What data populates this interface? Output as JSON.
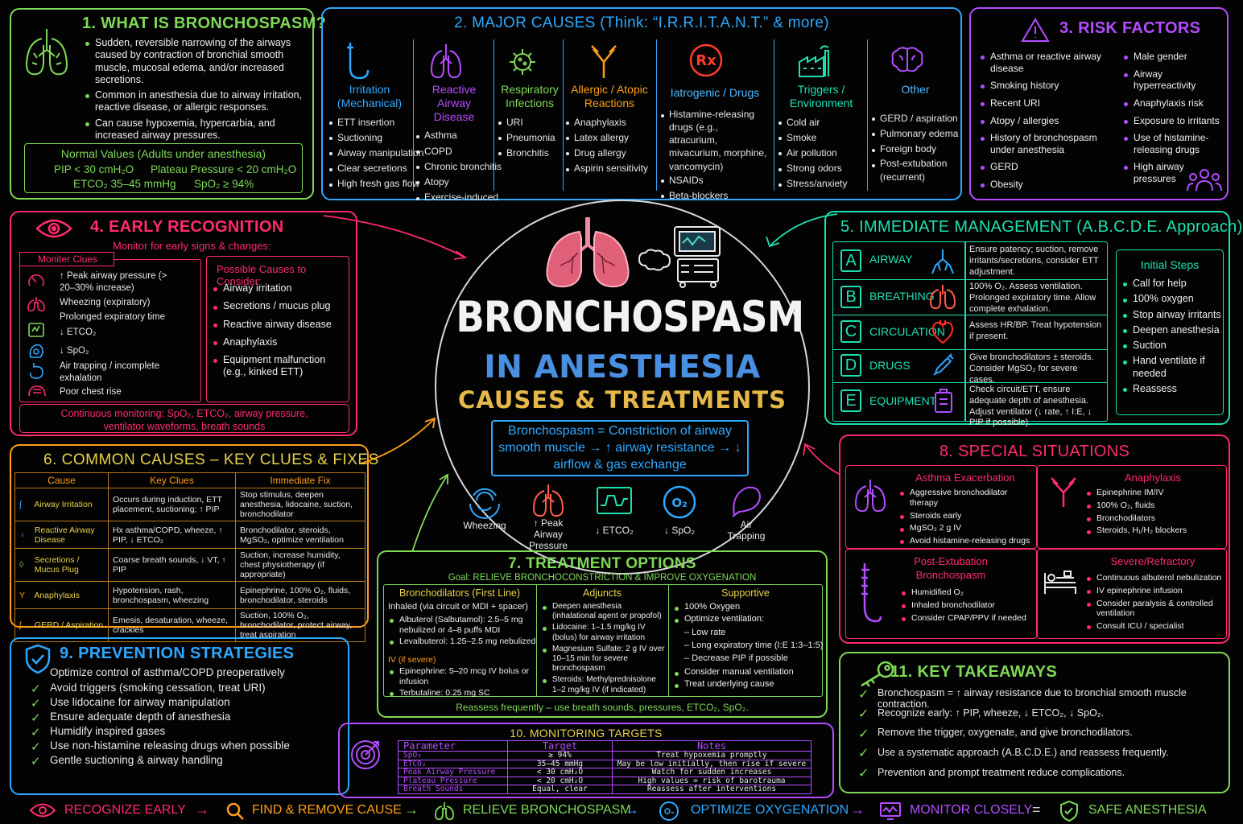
{
  "p1": {
    "title": "1. WHAT IS BRONCHOSPASM?",
    "bullets": [
      "Sudden, reversible narrowing of the airways caused by contraction of bronchial smooth muscle, mucosal edema, and/or increased secretions.",
      "Common in anesthesia due to airway irritation, reactive disease, or allergic responses.",
      "Can cause hypoxemia, hypercarbia, and increased airway pressures."
    ],
    "normal_title": "Normal Values (Adults under anesthesia)",
    "pip": "PIP < 30 cmH₂O",
    "plateau": "Plateau Pressure < 20 cmH₂O",
    "etco2": "ETCO₂ 35–45 mmHg",
    "spo2": "SpO₂ ≥ 94%"
  },
  "p2": {
    "title": "2. MAJOR CAUSES  (Think: “I.R.R.I.T.A.N.T.” & more)",
    "cols": [
      {
        "title": "Irritation (Mechanical)",
        "items": [
          "ETT insertion",
          "Suctioning",
          "Airway manipulation",
          "Clear secretions",
          "High fresh gas flow"
        ]
      },
      {
        "title": "Reactive Airway Disease",
        "items": [
          "Asthma",
          "COPD",
          "Chronic bronchitis",
          "Atopy",
          "Exercise-induced"
        ]
      },
      {
        "title": "Respiratory Infections",
        "items": [
          "URI",
          "Pneumonia",
          "Bronchitis"
        ]
      },
      {
        "title": "Allergic / Atopic Reactions",
        "items": [
          "Anaphylaxis",
          "Latex allergy",
          "Drug allergy",
          "Aspirin sensitivity"
        ]
      },
      {
        "title": "Iatrogenic / Drugs",
        "items": [
          "Histamine-releasing drugs (e.g., atracurium, mivacurium, morphine, vancomycin)",
          "NSAIDs",
          "Beta-blockers"
        ]
      },
      {
        "title": "Triggers / Environment",
        "items": [
          "Cold air",
          "Smoke",
          "Air pollution",
          "Strong odors",
          "Stress/anxiety"
        ]
      },
      {
        "title": "Other",
        "items": [
          "GERD / aspiration",
          "Pulmonary edema",
          "Foreign body",
          "Post-extubation (recurrent)"
        ]
      }
    ]
  },
  "p3": {
    "title": "3. RISK FACTORS",
    "left": [
      "Asthma or reactive airway disease",
      "Smoking history",
      "Recent URI",
      "Atopy / allergies",
      "History of bronchospasm under anesthesia",
      "GERD",
      "Obesity"
    ],
    "right": [
      "Male gender",
      "Airway hyperreactivity",
      "Anaphylaxis risk",
      "Exposure to irritants",
      "Use of histamine-releasing drugs",
      "High airway pressures"
    ]
  },
  "p4": {
    "title": "4. EARLY RECOGNITION",
    "subtitle": "Monitor for early signs & changes:",
    "monitor_label": "Moniter Clues",
    "clues": [
      "↑ Peak airway pressure (> 20–30% increase)",
      "Wheezing (expiratory)",
      "Prolonged expiratory time",
      "↓ ETCO₂",
      "↓ SpO₂",
      "Air trapping / incomplete exhalation",
      "Poor chest rise"
    ],
    "possible_title": "Possible Causes to Consider:",
    "possible": [
      "Airway irritation",
      "Secretions / mucus plug",
      "Reactive airway disease",
      "Anaphylaxis",
      "Equipment malfunction (e.g., kinked ETT)"
    ],
    "continuous": "Continuous monitoring: SpO₂, ETCO₂, airway pressure, ventilator waveforms, breath sounds"
  },
  "center": {
    "title1": "BRONCHOSPASM",
    "title2": "IN ANESTHESIA",
    "title3": "CAUSES & TREATMENTS",
    "definition": "Bronchospasm = Constriction of airway smooth muscle → ↑ airway resistance → ↓ airflow & gas exchange",
    "signs": [
      {
        "label": "Wheezing"
      },
      {
        "label": "↑ Peak Airway Pressure"
      },
      {
        "label": "↓ ETCO₂"
      },
      {
        "label": "↓ SpO₂"
      },
      {
        "label": "Air Trapping"
      }
    ],
    "o2_glyph": "O₂"
  },
  "p5": {
    "title": "5. IMMEDIATE MANAGEMENT (A.B.C.D.E. Approach)",
    "rows": [
      {
        "letter": "A",
        "name": "AIRWAY",
        "text": "Ensure patency; suction, remove irritants/secretions, consider ETT adjustment."
      },
      {
        "letter": "B",
        "name": "BREATHING",
        "text": "100% O₂. Assess ventilation. Prolonged expiratory time. Allow complete exhalation."
      },
      {
        "letter": "C",
        "name": "CIRCULATION",
        "text": "Assess HR/BP. Treat hypotension if present."
      },
      {
        "letter": "D",
        "name": "DRUGS",
        "text": "Give bronchodilators ± steroids. Consider MgSO₂ for severe cases."
      },
      {
        "letter": "E",
        "name": "EQUIPMENT",
        "text": "Check circuit/ETT, ensure adequate depth of anesthesia. Adjust ventilator (↓ rate, ↑ I:E, ↓ PIP if possible)."
      }
    ],
    "initial_title": "Initial Steps",
    "initial": [
      "Call for help",
      "100% oxygen",
      "Stop airway irritants",
      "Deepen anesthesia",
      "Suction",
      "Hand ventilate if needed",
      "Reassess"
    ]
  },
  "p6": {
    "title": "6. COMMON CAUSES – KEY CLUES & FIXES",
    "headers": [
      "Cause",
      "Key Clues",
      "Immediate Fix"
    ],
    "rows": [
      {
        "cause": "Airway Irritation",
        "clues": "Occurs during induction, ETT placement, suctioning; ↑ PIP",
        "fix": "Stop stimulus, deepen anesthesia, lidocaine, suction, bronchodilator"
      },
      {
        "cause": "Reactive Airway Disease",
        "clues": "Hx asthma/COPD, wheeze, ↑ PIP, ↓ ETCO₂",
        "fix": "Bronchodilator, steroids, MgSO₂, optimize ventilation"
      },
      {
        "cause": "Secretions / Mucus Plug",
        "clues": "Coarse breath sounds, ↓ VT, ↑ PIP",
        "fix": "Suction, increase humidity, chest physiotherapy (if appropriate)"
      },
      {
        "cause": "Anaphylaxis",
        "clues": "Hypotension, rash, bronchospasm, wheezing",
        "fix": "Epinephrine, 100% O₂, fluids, bronchodilator, steroids"
      },
      {
        "cause": "GERD / Aspiration",
        "clues": "Emesis, desaturation, wheeze, crackles",
        "fix": "Suction, 100% O₂, bronchodilator, protect airway, treat aspiration"
      }
    ]
  },
  "p7": {
    "title": "7. TREATMENT OPTIONS",
    "goal": "Goal: RELIEVE BRONCHOCONSTRICTION & IMPROVE OXYGENATION",
    "c1_title": "Bronchodilators (First Line)",
    "c1_intro": "Inhaled (via circuit or MDI + spacer)",
    "c1_items": [
      "Albuterol (Salbutamol): 2.5–5 mg nebulized or 4–8 puffs MDI",
      "Levalbuterol: 1.25–2.5 mg nebulized"
    ],
    "c1_iv": "IV (if severe)",
    "c1_iv_items": [
      "Epinephrine: 5–20 mcg IV bolus or infusion",
      "Terbutaline: 0.25 mg SC"
    ],
    "c2_title": "Adjuncts",
    "c2_items": [
      "Deepen anesthesia (inhalational agent or propofol)",
      "Lidocaine: 1–1.5 mg/kg IV (bolus) for airway irritation",
      "Magnesium Sulfate: 2 g IV over 10–15 min for severe bronchospasm",
      "Steroids: Methylprednisolone 1–2 mg/kg IV (if indicated)"
    ],
    "c3_title": "Supportive",
    "c3_items": [
      "100% Oxygen",
      "Optimize ventilation:"
    ],
    "c3_sub": [
      "– Low rate",
      "– Long expiratory time (I:E 1:3–1:5)",
      "– Decrease PIP if possible"
    ],
    "c3_items2": [
      "Consider manual ventilation",
      "Treat underlying cause"
    ],
    "footer": "Reassess frequently – use breath sounds, pressures, ETCO₂, SpO₂."
  },
  "p8": {
    "title": "8. SPECIAL SITUATIONS",
    "boxes": [
      {
        "title": "Asthma Exacerbation",
        "items": [
          "Aggressive bronchodilator therapy",
          "Steroids early",
          "MgSO₂ 2 g IV",
          "Avoid histamine-releasing drugs"
        ]
      },
      {
        "title": "Anaphylaxis",
        "items": [
          "Epinephrine IM/IV",
          "100% O₂, fluids",
          "Bronchodilators",
          "Steroids, H₁/H₂ blockers"
        ]
      },
      {
        "title": "Post-Extubation Bronchospasm",
        "items": [
          "Humidified O₂",
          "Inhaled bronchodilator",
          "Consider CPAP/PPV if needed"
        ]
      },
      {
        "title": "Severe/Refractory",
        "items": [
          "Continuous albuterol nebulization",
          "IV epinephrine infusion",
          "Consider paralysis & controlled ventilation",
          "Consult ICU / specialist"
        ]
      }
    ]
  },
  "p9": {
    "title": "9. PREVENTION STRATEGIES",
    "intro": "Optimize control of asthma/COPD preoperatively",
    "items": [
      "Avoid triggers (smoking cessation, treat URI)",
      "Use lidocaine for airway manipulation",
      "Ensure adequate depth of anesthesia",
      "Humidify inspired gases",
      "Use non-histamine releasing drugs when possible",
      "Gentle suctioning & airway handling"
    ]
  },
  "p10": {
    "title": "10. MONITORING TARGETS",
    "headers": [
      "Parameter",
      "Target",
      "Notes"
    ],
    "rows": [
      [
        "SpO₂",
        "≥ 94%",
        "Treat hypoxemia promptly"
      ],
      [
        "ETCO₂",
        "35–45 mmHg",
        "May be low initially, then rise if severe"
      ],
      [
        "Peak Airway Pressure",
        "< 30 cmH₂O",
        "Watch for sudden increases"
      ],
      [
        "Plateau Pressure",
        "< 20 cmH₂O",
        "High values = risk of barotrauma"
      ],
      [
        "Breath Sounds",
        "Equal, clear",
        "Reassess after interventions"
      ]
    ]
  },
  "p11": {
    "title": "11. KEY TAKEAWAYS",
    "items": [
      "Bronchospasm = ↑ airway resistance due to bronchial smooth muscle contraction.",
      "Recognize early: ↑ PIP, wheeze, ↓ ETCO₂, ↓ SpO₂.",
      "Remove the trigger, oxygenate, and give bronchodilators.",
      "Use a systematic approach (A.B.C.D.E.) and reassess frequently.",
      "Prevention and prompt treatment reduce complications."
    ]
  },
  "footer": {
    "steps": [
      "RECOGNIZE EARLY",
      "FIND & REMOVE CAUSE",
      "RELIEVE BRONCHOSPASM",
      "OPTIMIZE OXYGENATION",
      "MONITOR CLOSELY",
      "SAFE ANESTHESIA"
    ],
    "arrow": "→",
    "equals": "="
  },
  "colors": {
    "green": "#7ed957",
    "blue": "#2ea8ff",
    "purple": "#b44cff",
    "red": "#ff2b6a",
    "teal": "#1de0b0",
    "orange": "#ff9d1a",
    "yellow": "#e8d24a",
    "center_blue": "#4a90e2",
    "center_gold": "#e6b84a"
  }
}
